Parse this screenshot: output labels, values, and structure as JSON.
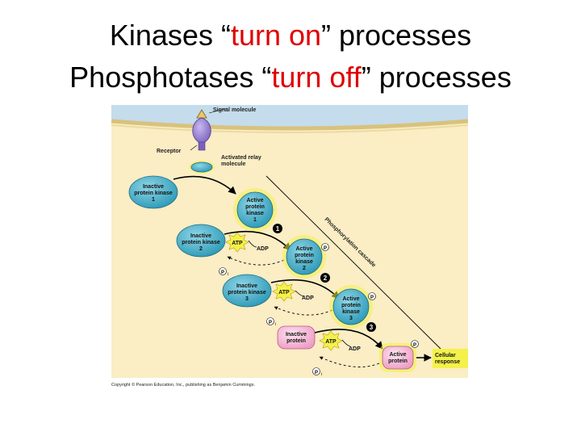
{
  "title": {
    "line1_prefix": "Kinases “",
    "line1_highlight": "turn on",
    "line1_suffix": "” processes",
    "line2_prefix": "Phosphotases “",
    "line2_highlight": "turn off",
    "line2_suffix": "” processes",
    "highlight_color": "#e00000"
  },
  "diagram": {
    "signal_molecule": "Signal molecule",
    "receptor": "Receptor",
    "relay": [
      "Activated relay",
      "molecule"
    ],
    "cascade_label": "Phosphorylation cascade",
    "inactive_kinase_1": [
      "Inactive",
      "protein kinase",
      "1"
    ],
    "active_kinase_1": [
      "Active",
      "protein",
      "kinase",
      "1"
    ],
    "inactive_kinase_2": [
      "Inactive",
      "protein kinase",
      "2"
    ],
    "active_kinase_2": [
      "Active",
      "protein",
      "kinase",
      "2"
    ],
    "inactive_kinase_3": [
      "Inactive",
      "protein kinase",
      "3"
    ],
    "active_kinase_3": [
      "Active",
      "protein",
      "kinase",
      "3"
    ],
    "inactive_protein": [
      "Inactive",
      "protein"
    ],
    "active_protein": [
      "Active",
      "protein"
    ],
    "cellular_response": [
      "Cellular",
      "response"
    ],
    "atp": "ATP",
    "adp": "ADP",
    "phosphate": "P",
    "phosphate_sub": "i",
    "steps": [
      "1",
      "2",
      "3"
    ],
    "copyright": "Copyright © Pearson Education, Inc., publishing as Benjamin Cummings.",
    "colors": {
      "extracellular": "#c4dcec",
      "cytoplasm": "#fbedc4",
      "kinase": "#3aa8c4",
      "inactive_protein": "#f4bcd8",
      "glow": "#f4f14a",
      "receptor": "#8c78c8"
    }
  }
}
